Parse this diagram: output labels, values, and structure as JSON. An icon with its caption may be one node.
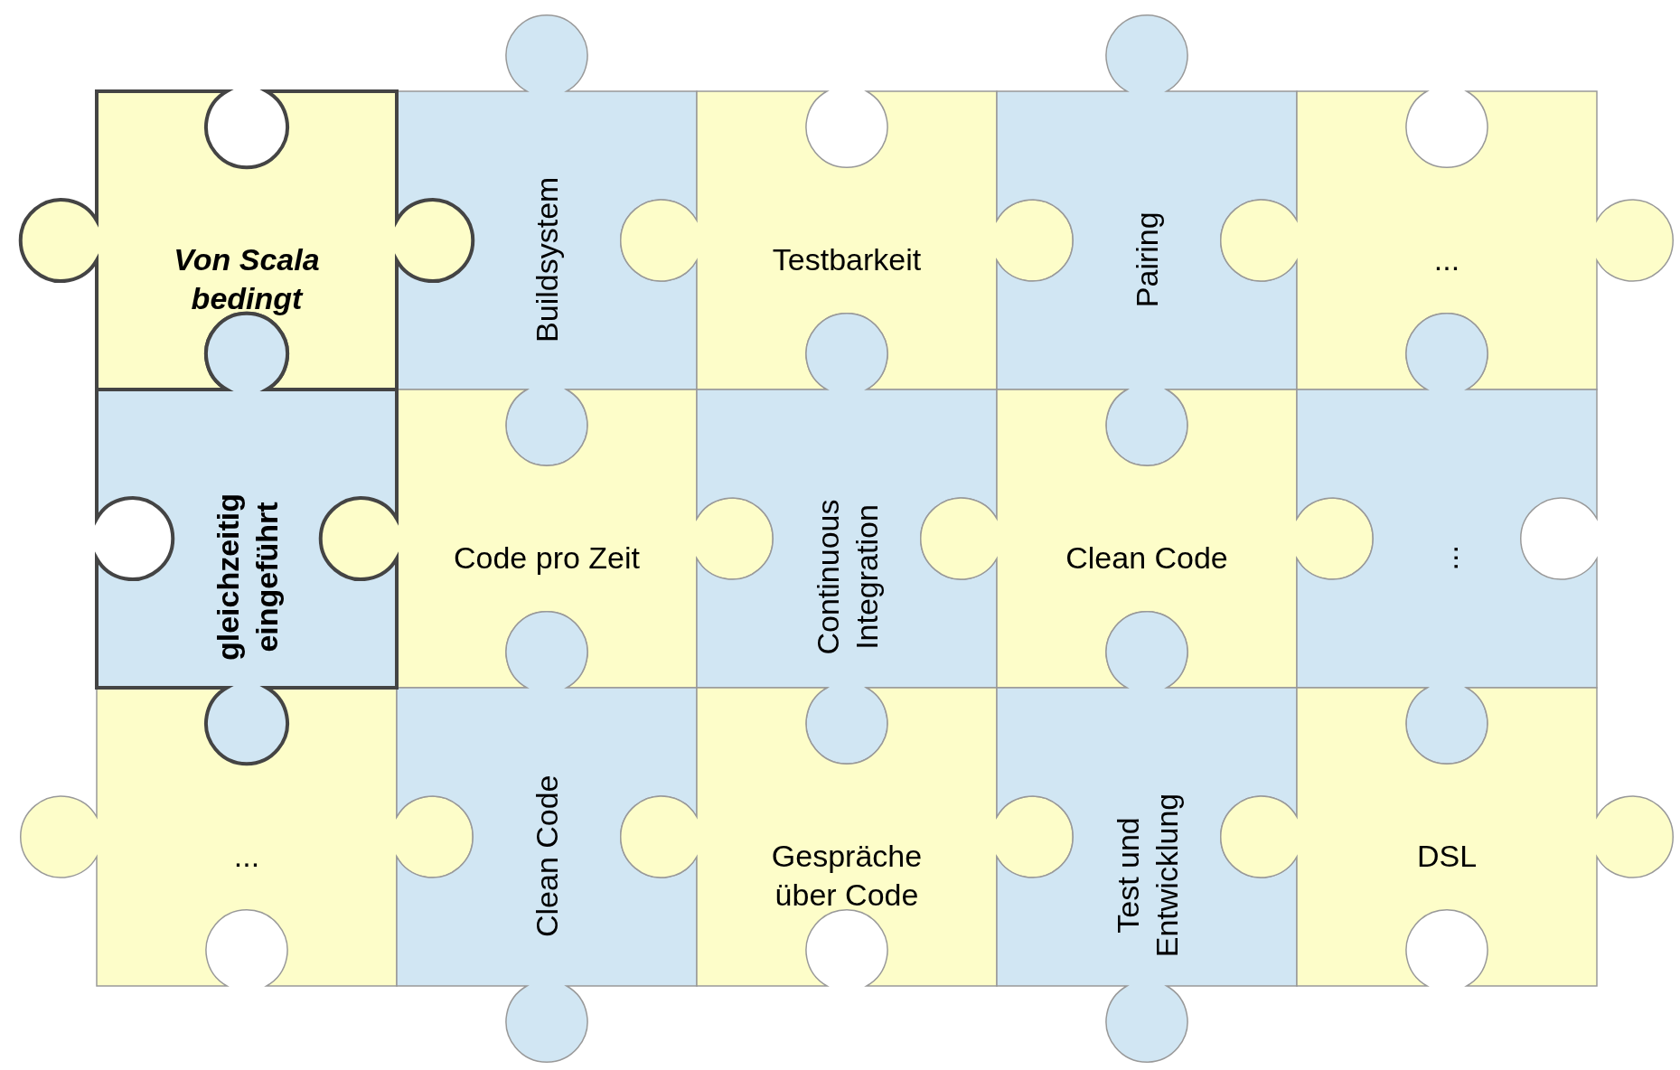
{
  "diagram": {
    "nodes": [
      {
        "text": [
          "Von Scala bedingt"
        ]
      },
      {
        "text": [
          "Buildsystem"
        ]
      },
      {
        "text": [
          "Testbarkeit"
        ]
      },
      {
        "text": [
          "Pairing"
        ]
      },
      {
        "text": [
          "..."
        ]
      },
      {
        "text": [
          "gleichzeitig eingeführt"
        ]
      },
      {
        "text": [
          "Code pro Zeit"
        ]
      },
      {
        "text": [
          "Continuous Integration"
        ]
      },
      {
        "text": [
          "Clean Code"
        ]
      },
      {
        "text": [
          "..."
        ]
      },
      {
        "text": [
          "..."
        ]
      },
      {
        "text": [
          "Clean Code"
        ]
      },
      {
        "text": [
          "Gespräche über Code"
        ]
      },
      {
        "text": [
          "Test und Entwicklung"
        ]
      },
      {
        "text": [
          "DSL"
        ]
      }
    ]
  }
}
